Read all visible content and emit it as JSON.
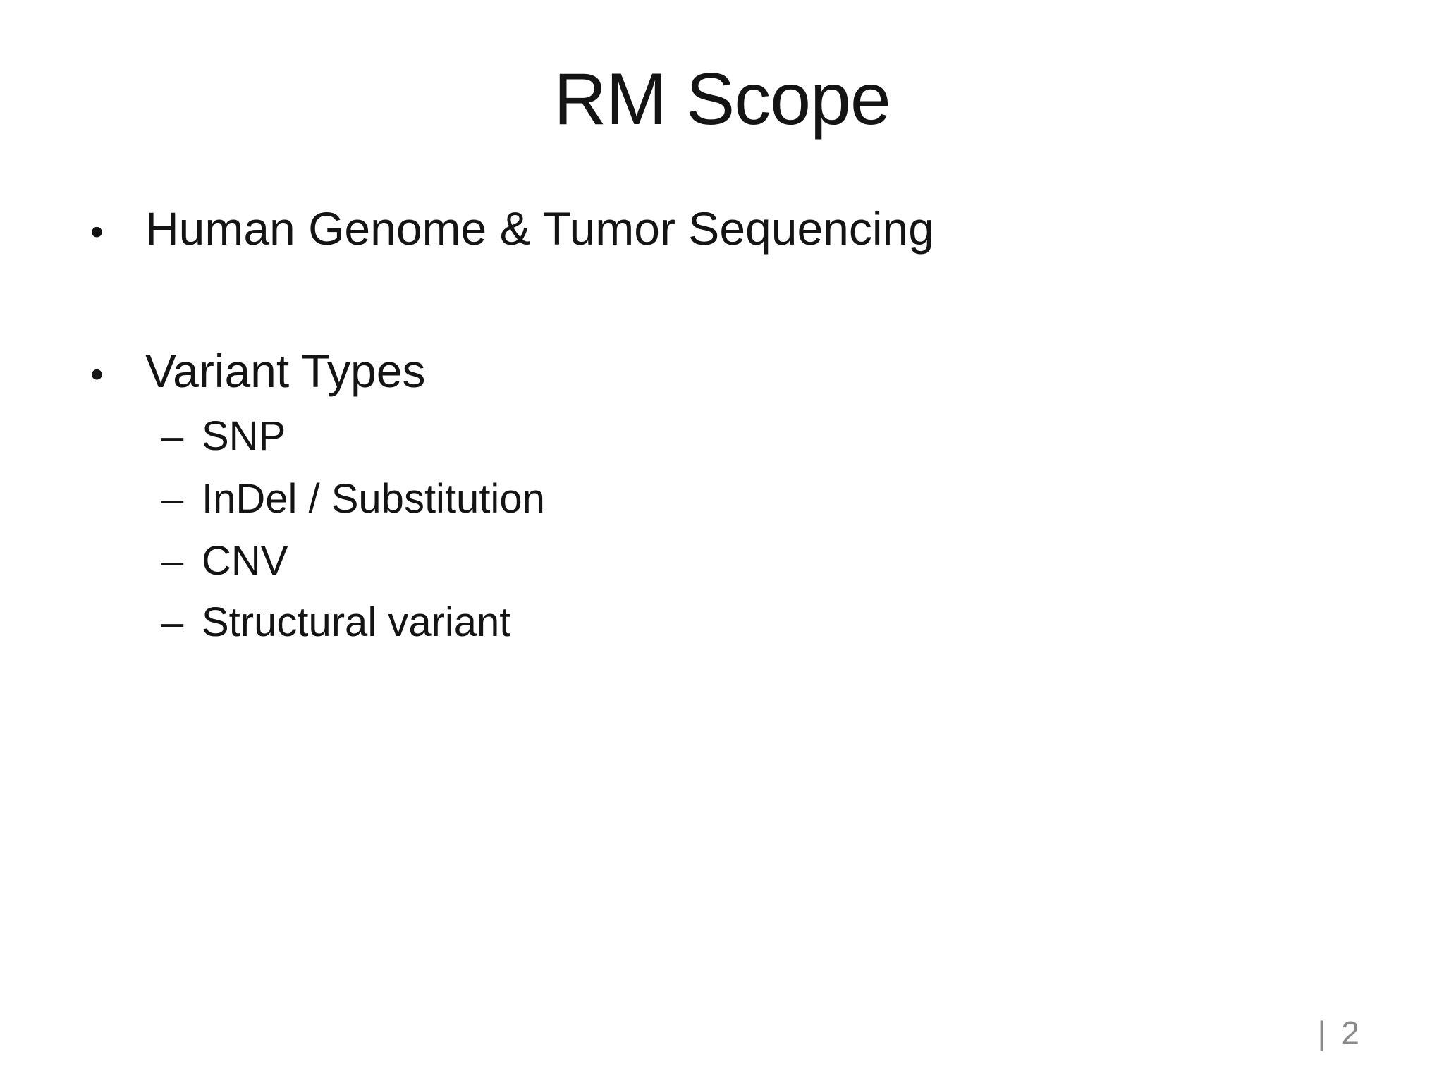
{
  "slide": {
    "title": "RM Scope",
    "bullets": [
      {
        "level": 1,
        "marker": "•",
        "text": "Human Genome & Tumor Sequencing"
      },
      {
        "level": 1,
        "marker": "•",
        "text": "Variant Types"
      },
      {
        "level": 2,
        "marker": "–",
        "text": "SNP"
      },
      {
        "level": 2,
        "marker": "–",
        "text": "InDel / Substitution"
      },
      {
        "level": 2,
        "marker": "–",
        "text": "CNV"
      },
      {
        "level": 2,
        "marker": "–",
        "text": "Structural variant"
      }
    ],
    "footer": {
      "separator": "|",
      "page_number": "2"
    },
    "colors": {
      "background": "#ffffff",
      "text": "#141414",
      "footer_text": "#8a8a8a"
    }
  }
}
